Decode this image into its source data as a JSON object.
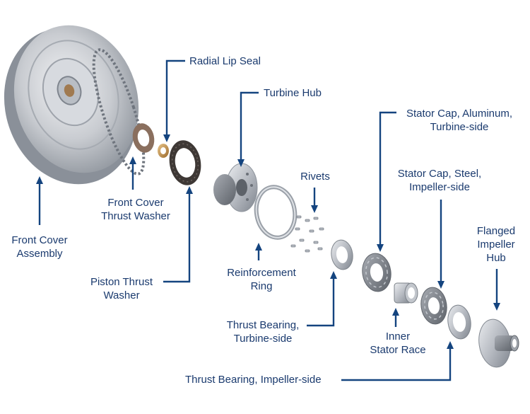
{
  "colors": {
    "label": "#1a3a6e",
    "leader": "#14447f",
    "metal_light": "#e4e7eb",
    "metal_dark": "#8d939b",
    "friction": "#4a4340"
  },
  "labels": {
    "radial_lip_seal": "Radial Lip Seal",
    "turbine_hub": "Turbine Hub",
    "stator_cap_aluminum": [
      "Stator Cap, Aluminum,",
      "Turbine-side"
    ],
    "rivets": "Rivets",
    "stator_cap_steel": [
      "Stator Cap, Steel,",
      "Impeller-side"
    ],
    "front_cover_thrust_washer": [
      "Front Cover",
      "Thrust Washer"
    ],
    "flanged_impeller_hub": [
      "Flanged",
      "Impeller",
      "Hub"
    ],
    "front_cover_assembly": [
      "Front Cover",
      "Assembly"
    ],
    "reinforcement_ring": [
      "Reinforcement",
      "Ring"
    ],
    "piston_thrust_washer": [
      "Piston Thrust",
      "Washer"
    ],
    "thrust_bearing_turbine": [
      "Thrust Bearing,",
      "Turbine-side"
    ],
    "inner_stator_race": [
      "Inner",
      "Stator Race"
    ],
    "thrust_bearing_impeller": "Thrust Bearing, Impeller-side"
  }
}
